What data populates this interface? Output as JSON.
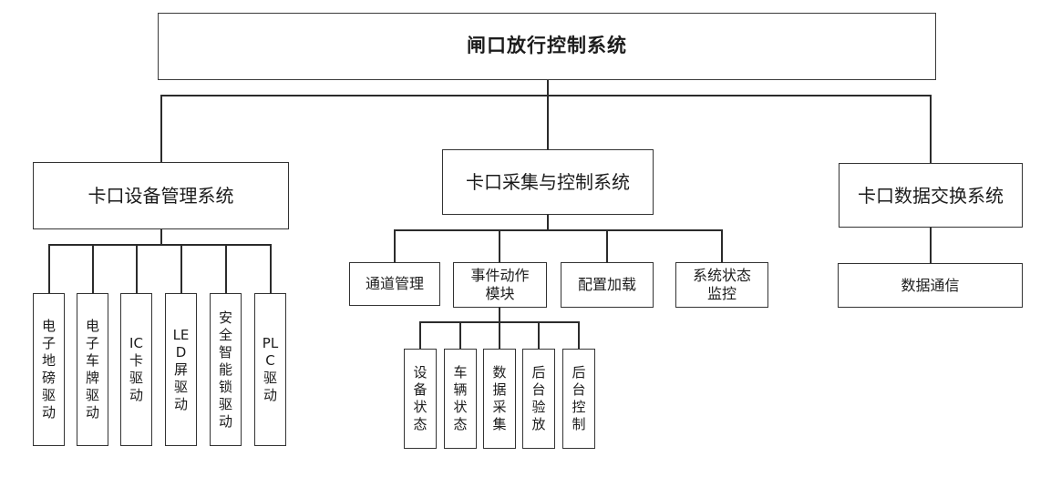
{
  "diagram": {
    "title": "闸口放行控制系统",
    "systems": {
      "device": {
        "label": "卡口设备管理系统",
        "drivers": [
          "电子地磅驱动",
          "电子车牌驱动",
          "IC卡驱动",
          "LED屏驱动",
          "安全智能锁驱动",
          "PLC驱动"
        ]
      },
      "collect": {
        "label": "卡口采集与控制系统",
        "modules": {
          "channel": "通道管理",
          "event": "事件动作\n模块",
          "config": "配置加载",
          "monitor": "系统状态\n监控"
        },
        "event_children": [
          "设备状态",
          "车辆状态",
          "数据采集",
          "后台验放",
          "后台控制"
        ]
      },
      "exchange": {
        "label": "卡口数据交换系统",
        "modules": {
          "comm": "数据通信"
        }
      }
    },
    "colors": {
      "line": "#2b2b2b",
      "box_border": "#333333",
      "background": "#ffffff",
      "text": "#1c1c1c"
    }
  }
}
